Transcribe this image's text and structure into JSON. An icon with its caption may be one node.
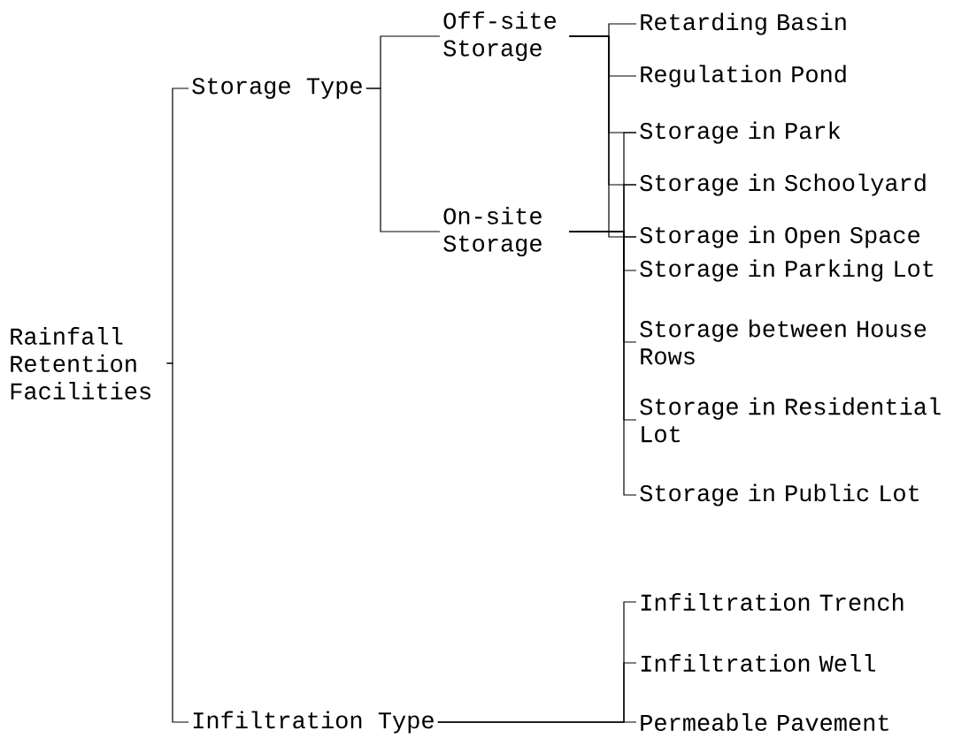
{
  "diagram": {
    "nodes": [
      {
        "text": [
          "Rainfall Retention Facilities"
        ]
      },
      {
        "text": [
          "Storage Type"
        ]
      },
      {
        "text": [
          "Off-site Storage"
        ]
      },
      {
        "text": [
          "Retarding Basin"
        ]
      },
      {
        "text": [
          "Regulation Pond"
        ]
      },
      {
        "text": [
          "Storage in Park"
        ]
      },
      {
        "text": [
          "Storage in Schoolyard"
        ]
      },
      {
        "text": [
          "Storage in Open Space"
        ]
      },
      {
        "text": [
          "On-site Storage"
        ]
      },
      {
        "text": [
          "Storage in Parking Lot"
        ]
      },
      {
        "text": [
          "Storage between House Rows"
        ]
      },
      {
        "text": [
          "Storage in Residential Lot"
        ]
      },
      {
        "text": [
          "Storage in Public Lot"
        ]
      },
      {
        "text": [
          "Infiltration Type"
        ]
      },
      {
        "text": [
          "Infiltration Trench"
        ]
      },
      {
        "text": [
          "Infiltration Well"
        ]
      },
      {
        "text": [
          "Permeable Pavement"
        ]
      }
    ],
    "edges": [
      {
        "from": 0,
        "to": 1,
        "arrow": "none"
      },
      {
        "from": 0,
        "to": 13,
        "arrow": "none"
      },
      {
        "from": 1,
        "to": 2,
        "arrow": "none"
      },
      {
        "from": 1,
        "to": 8,
        "arrow": "none"
      },
      {
        "from": 2,
        "to": 3,
        "arrow": "none"
      },
      {
        "from": 2,
        "to": 4,
        "arrow": "none"
      },
      {
        "from": 2,
        "to": 5,
        "arrow": "none"
      },
      {
        "from": 2,
        "to": 6,
        "arrow": "none"
      },
      {
        "from": 2,
        "to": 7,
        "arrow": "none"
      },
      {
        "from": 8,
        "to": 5,
        "arrow": "none"
      },
      {
        "from": 8,
        "to": 6,
        "arrow": "none"
      },
      {
        "from": 8,
        "to": 7,
        "arrow": "none"
      },
      {
        "from": 8,
        "to": 9,
        "arrow": "none"
      },
      {
        "from": 8,
        "to": 10,
        "arrow": "none"
      },
      {
        "from": 8,
        "to": 11,
        "arrow": "none"
      },
      {
        "from": 8,
        "to": 12,
        "arrow": "none"
      },
      {
        "from": 13,
        "to": 14,
        "arrow": "none"
      },
      {
        "from": 13,
        "to": 15,
        "arrow": "none"
      },
      {
        "from": 13,
        "to": 16,
        "arrow": "none"
      }
    ]
  }
}
